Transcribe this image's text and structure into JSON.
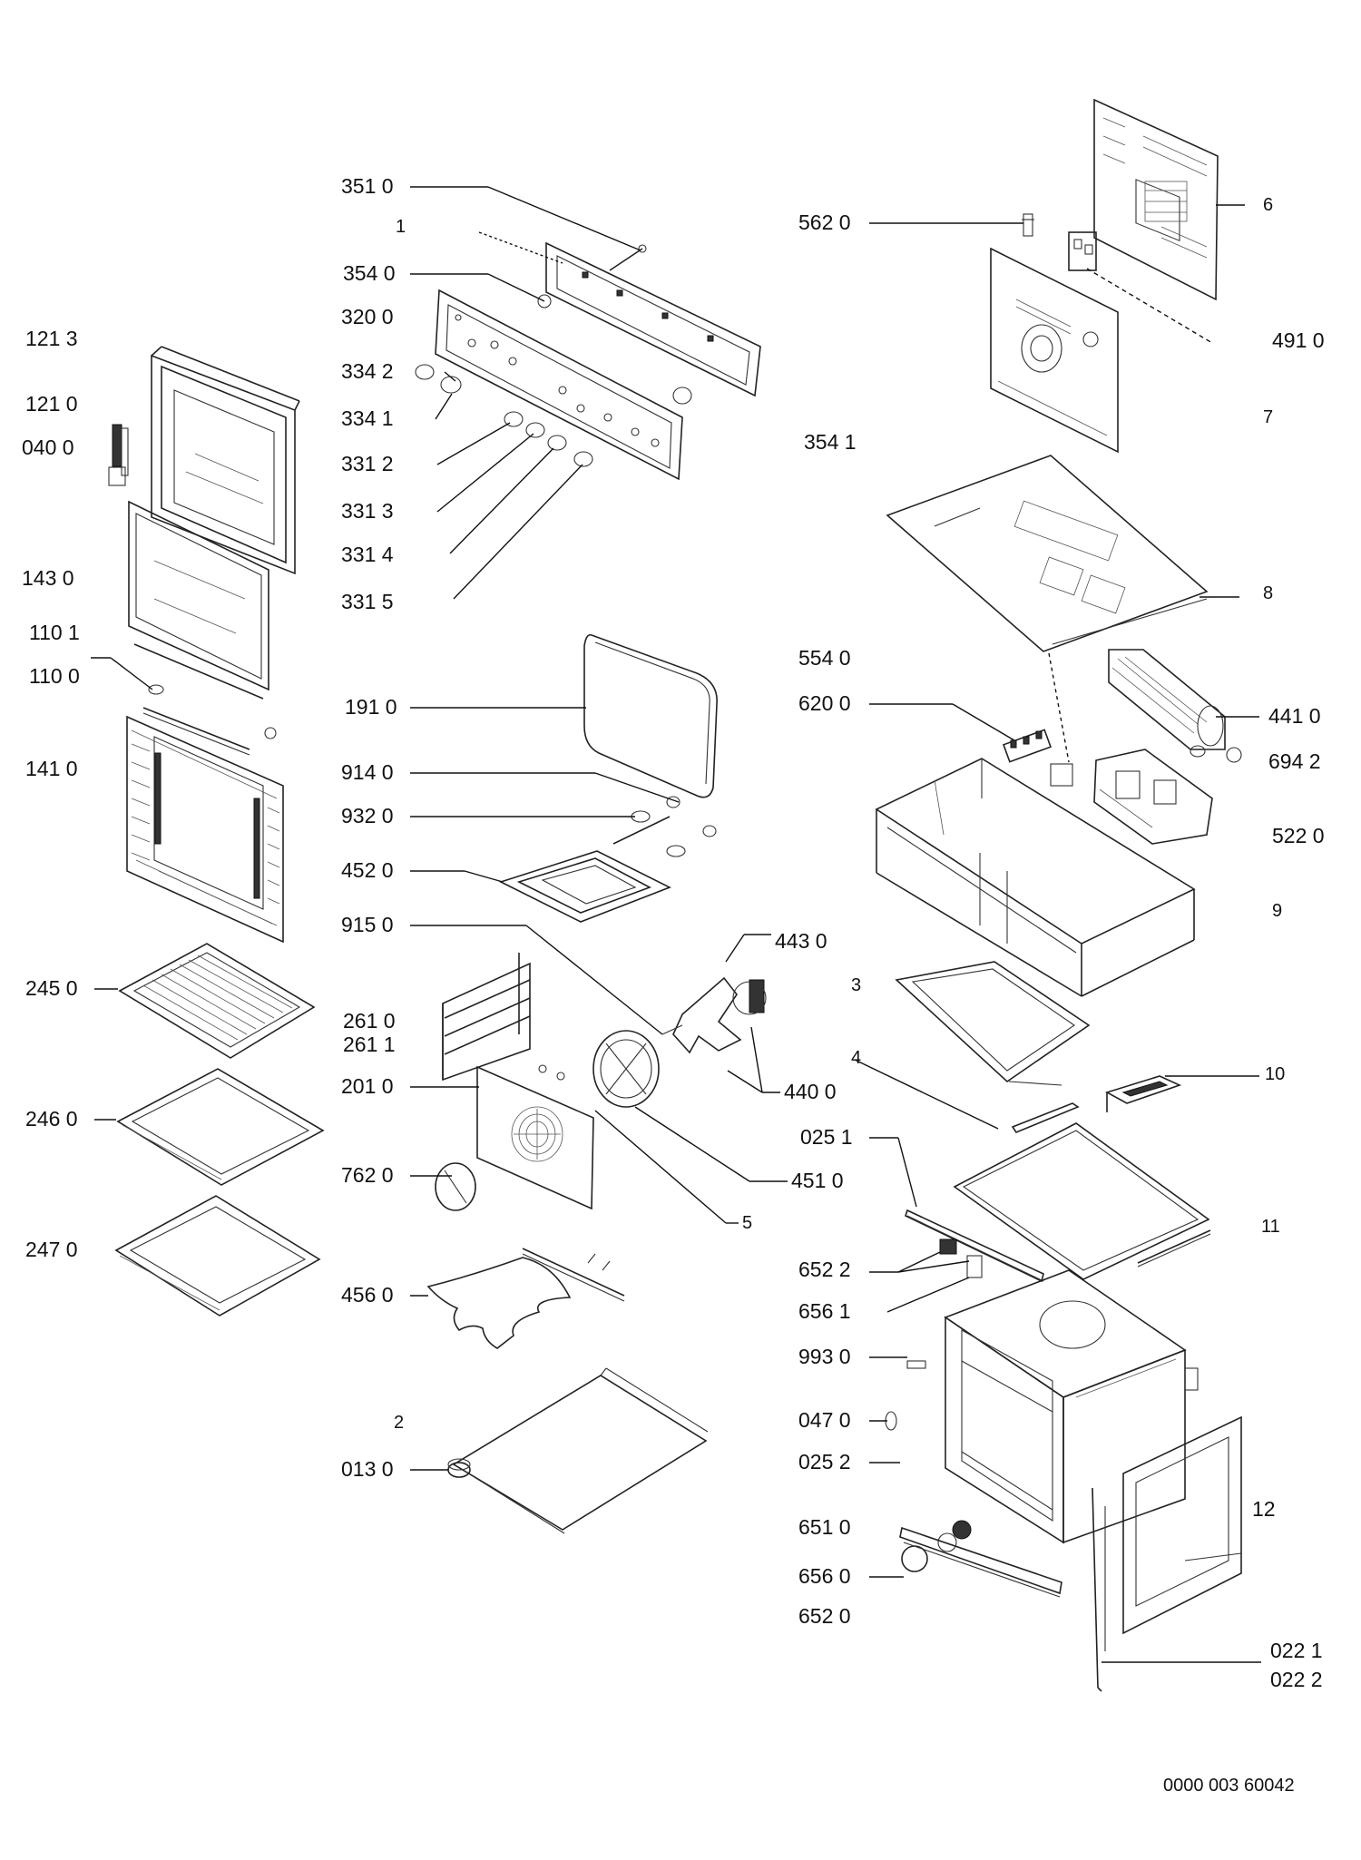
{
  "diagram": {
    "type": "exploded-parts-diagram",
    "line_color": "#111111",
    "footer_code": "0000 003 60042",
    "part_labels": {
      "p351_0": "351 0",
      "p1": "1",
      "p354_0": "354 0",
      "p320_0": "320 0",
      "p334_2": "334 2",
      "p334_1": "334 1",
      "p331_2": "331 2",
      "p331_3": "331 3",
      "p331_4": "331 4",
      "p331_5": "331 5",
      "p121_3": "121 3",
      "p121_0": "121 0",
      "p040_0": "040 0",
      "p143_0": "143 0",
      "p110_1": "110 1",
      "p110_0": "110 0",
      "p141_0": "141 0",
      "p245_0": "245 0",
      "p246_0": "246 0",
      "p247_0": "247 0",
      "p191_0": "191 0",
      "p914_0": "914 0",
      "p932_0": "932 0",
      "p452_0": "452 0",
      "p915_0": "915 0",
      "p261_0": "261 0",
      "p261_1": "261 1",
      "p201_0": "201 0",
      "p762_0": "762 0",
      "p456_0": "456 0",
      "p2": "2",
      "p013_0": "013 0",
      "p443_0": "443 0",
      "p440_0": "440 0",
      "p451_0": "451 0",
      "p5": "5",
      "p562_0": "562 0",
      "p6": "6",
      "p491_0": "491 0",
      "p7": "7",
      "p354_1": "354 1",
      "p8": "8",
      "p554_0": "554 0",
      "p620_0": "620 0",
      "p441_0": "441 0",
      "p694_2": "694 2",
      "p522_0": "522 0",
      "p9": "9",
      "p3": "3",
      "p4": "4",
      "p10": "10",
      "p025_1": "025 1",
      "p11": "11",
      "p652_2": "652 2",
      "p656_1": "656 1",
      "p993_0": "993 0",
      "p047_0": "047 0",
      "p025_2": "025 2",
      "p12": "12",
      "p651_0": "651 0",
      "p656_0": "656 0",
      "p652_0": "652 0",
      "p022_1": "022 1",
      "p022_2": "022 2"
    }
  }
}
